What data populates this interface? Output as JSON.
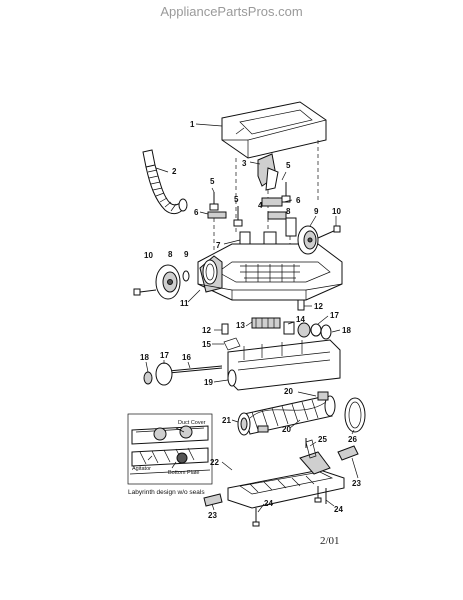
{
  "header": {
    "site": "AppliancePartsPros.com"
  },
  "footer": {
    "date": "2/01"
  },
  "callouts": [
    {
      "id": "c1",
      "label": "1"
    },
    {
      "id": "c2",
      "label": "2"
    },
    {
      "id": "c3",
      "label": "3"
    },
    {
      "id": "c4",
      "label": "4"
    },
    {
      "id": "c5a",
      "label": "5"
    },
    {
      "id": "c5b",
      "label": "5"
    },
    {
      "id": "c5c",
      "label": "5"
    },
    {
      "id": "c6a",
      "label": "6"
    },
    {
      "id": "c6b",
      "label": "6"
    },
    {
      "id": "c7",
      "label": "7"
    },
    {
      "id": "c8a",
      "label": "8"
    },
    {
      "id": "c8b",
      "label": "8"
    },
    {
      "id": "c9a",
      "label": "9"
    },
    {
      "id": "c9b",
      "label": "9"
    },
    {
      "id": "c10a",
      "label": "10"
    },
    {
      "id": "c10b",
      "label": "10"
    },
    {
      "id": "c11",
      "label": "11"
    },
    {
      "id": "c12a",
      "label": "12"
    },
    {
      "id": "c12b",
      "label": "12"
    },
    {
      "id": "c13",
      "label": "13"
    },
    {
      "id": "c14",
      "label": "14"
    },
    {
      "id": "c15",
      "label": "15"
    },
    {
      "id": "c16",
      "label": "16"
    },
    {
      "id": "c17a",
      "label": "17"
    },
    {
      "id": "c17b",
      "label": "17"
    },
    {
      "id": "c18a",
      "label": "18"
    },
    {
      "id": "c18b",
      "label": "18"
    },
    {
      "id": "c19",
      "label": "19"
    },
    {
      "id": "c20a",
      "label": "20"
    },
    {
      "id": "c20b",
      "label": "20"
    },
    {
      "id": "c21",
      "label": "21"
    },
    {
      "id": "c22",
      "label": "22"
    },
    {
      "id": "c23a",
      "label": "23"
    },
    {
      "id": "c23b",
      "label": "23"
    },
    {
      "id": "c24a",
      "label": "24"
    },
    {
      "id": "c24b",
      "label": "24"
    },
    {
      "id": "c25",
      "label": "25"
    },
    {
      "id": "c26",
      "label": "26"
    }
  ],
  "inset": {
    "duct_cover": "Duct Cover",
    "agitator": "Agitator",
    "bottom_plate": "Bottom Plate",
    "caption": "Labyrinth design w/o seals"
  }
}
